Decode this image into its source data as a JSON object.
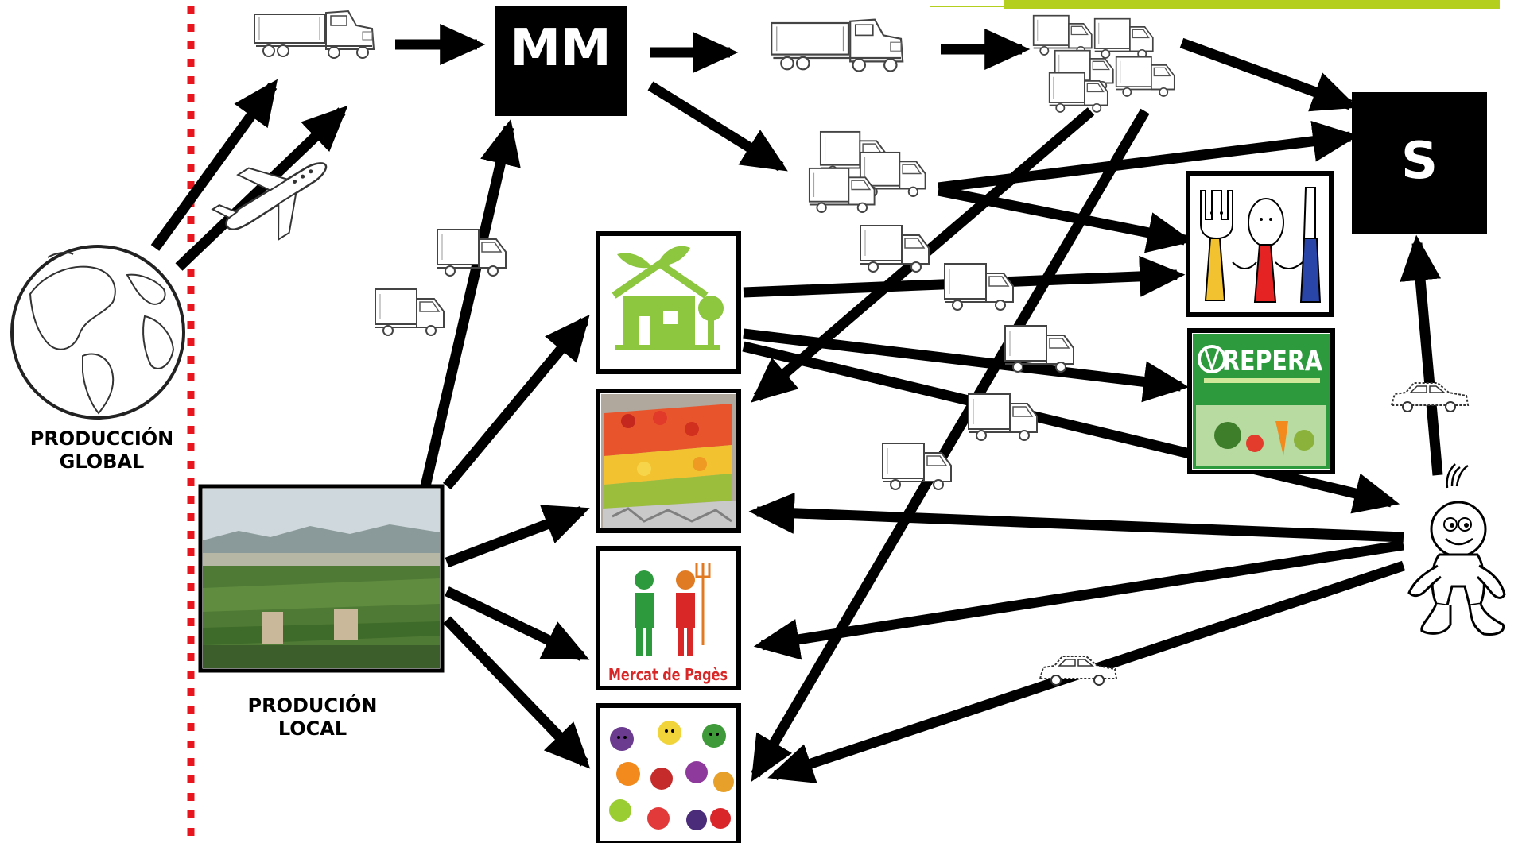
{
  "labels": {
    "global_production": [
      "PRODUCCIÓN",
      "GLOBAL"
    ],
    "local_production": [
      "PRODUCIÓN",
      "LOCAL"
    ],
    "wholesale_market": "MM",
    "supermarket": "S",
    "repera_logo": "REPERA",
    "mercat_logo": "Mercat de Pagès"
  },
  "colors": {
    "arrow": "#000000",
    "frontier": "#e8141e",
    "accent_bar": "#b5cf1e",
    "house_green": "#8dc63f",
    "repera_green": "#2e9a3e",
    "mercat_red": "#d92727"
  },
  "icons": {
    "globe": "globe-icon",
    "truck": "truck-icon",
    "van": "van-icon",
    "plane": "airplane-icon",
    "car": "car-icon",
    "consumer": "consumer-character-icon"
  }
}
